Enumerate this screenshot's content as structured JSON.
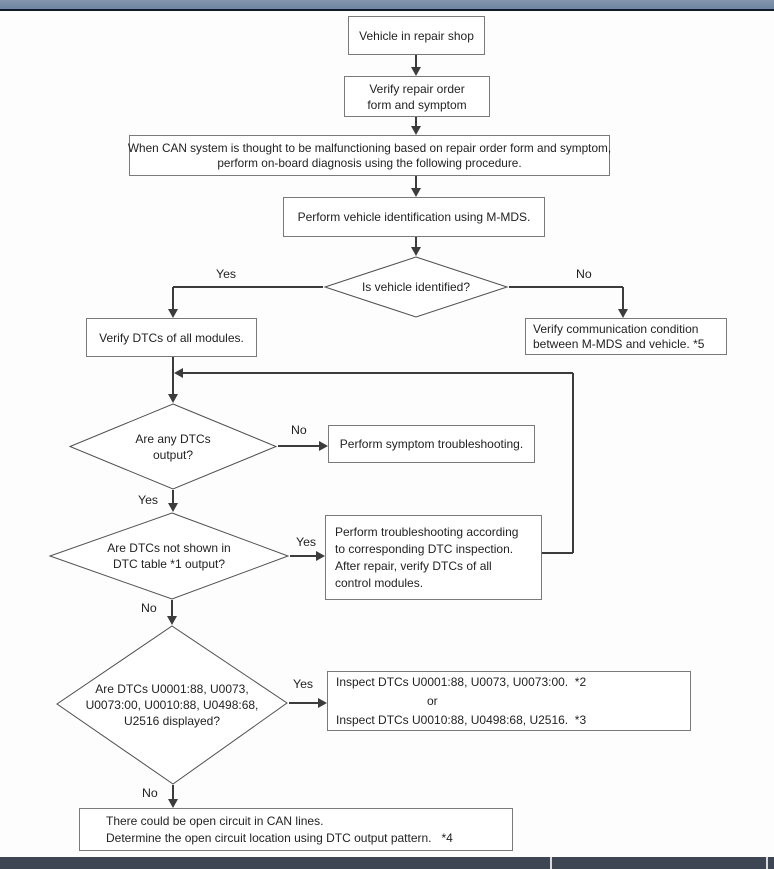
{
  "theme": {
    "top_bar_color": "#6e86a2",
    "top_bar_edge_color": "#111c28",
    "bottom_bar_color": "#3e4654",
    "line_color": "#3c3c3c"
  },
  "flowchart": {
    "labels": {
      "yes": "Yes",
      "no": "No"
    },
    "nodes": {
      "start": {
        "lines": [
          "Vehicle in repair shop"
        ]
      },
      "verify_order": {
        "lines": [
          "Verify repair order",
          "form and symptom"
        ]
      },
      "can_malfunction": {
        "lines": [
          "When CAN system is thought to be malfunctioning based on repair order form and symptom,",
          "perform on-board diagnosis using the following procedure."
        ]
      },
      "vehicle_id": {
        "lines": [
          "Perform vehicle identification using M-MDS."
        ]
      },
      "verify_dtcs": {
        "lines": [
          "Verify DTCs of all modules."
        ]
      },
      "verify_comm": {
        "lines": [
          "Verify communication condition",
          "between M-MDS and vehicle. *5"
        ]
      },
      "symptom_ts": {
        "lines": [
          "Perform symptom troubleshooting."
        ]
      },
      "dtc_inspection": {
        "lines": [
          "Perform troubleshooting according",
          "to corresponding DTC inspection.",
          "After repair, verify DTCs of all",
          "control modules."
        ]
      },
      "inspect_dtcs": {
        "lines": [
          "Inspect DTCs U0001:88, U0073, U0073:00.  *2",
          "or",
          "Inspect DTCs U0010:88, U0498:68, U2516.  *3"
        ]
      },
      "open_circuit": {
        "lines": [
          "There could be open circuit in CAN lines.",
          "Determine the open circuit location using DTC output pattern.   *4"
        ]
      }
    },
    "decisions": {
      "vehicle_identified": {
        "lines": [
          "Is vehicle identified?"
        ]
      },
      "any_dtcs": {
        "lines": [
          "Are any DTCs",
          "output?"
        ]
      },
      "dtc_table": {
        "lines": [
          "Are DTCs not shown in",
          "DTC table *1 output?"
        ]
      },
      "dtc_codes": {
        "lines": [
          "Are DTCs U0001:88, U0073,",
          "U0073:00, U0010:88, U0498:68,",
          "U2516 displayed?"
        ]
      }
    }
  }
}
